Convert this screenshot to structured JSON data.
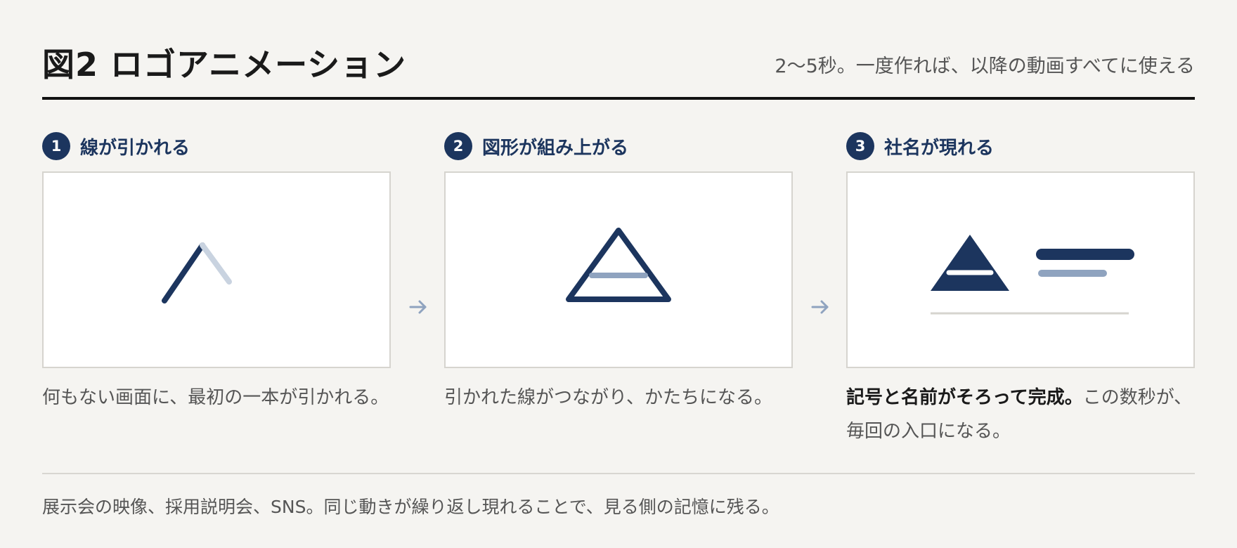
{
  "header": {
    "title": "図2 ロゴアニメーション",
    "subtitle": "2〜5秒。一度作れば、以降の動画すべてに使える"
  },
  "steps": [
    {
      "number": "1",
      "title": "線が引かれる",
      "caption": "何もない画面に、最初の一本が引かれる。"
    },
    {
      "number": "2",
      "title": "図形が組み上がる",
      "caption": "引かれた線がつながり、かたちになる。"
    },
    {
      "number": "3",
      "title": "社名が現れる",
      "caption_bold": "記号と名前がそろって完成。",
      "caption": "この数秒が、毎回の入口になる。"
    }
  ],
  "arrows": [
    "arrow-right-icon",
    "arrow-right-icon"
  ],
  "footer": {
    "text": "展示会の映像、採用説明会、SNS。同じ動きが繰り返し現れることで、見る側の記憶に残る。"
  },
  "colors": {
    "navy": "#1c355e",
    "light_stroke": "#c9d3e0",
    "mid_stroke": "#8fa3bf",
    "background": "#f5f4f1"
  }
}
